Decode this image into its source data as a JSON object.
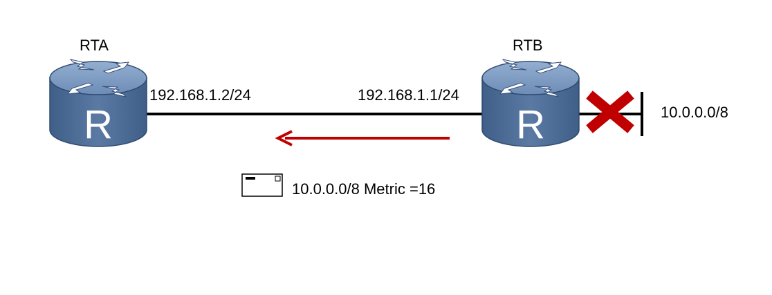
{
  "routers": [
    {
      "name": "RTA",
      "symbol": "R"
    },
    {
      "name": "RTB",
      "symbol": "R"
    }
  ],
  "interfaces": {
    "rta": "192.168.1.2/24",
    "rtb": "192.168.1.1/24"
  },
  "network": "10.0.0.0/8",
  "update_message": "10.0.0.0/8 Metric =16",
  "colors": {
    "link": "#000000",
    "router_top": "#7e9cc3",
    "router_body": "#4f6f99",
    "router_edge": "#2f4a6f",
    "update_arrow": "#c00000",
    "failure_mark": "#c00000"
  },
  "icons": {
    "router": "router-icon",
    "failure": "link-failure-x-icon",
    "message": "envelope-icon",
    "direction": "left-arrow-icon"
  }
}
